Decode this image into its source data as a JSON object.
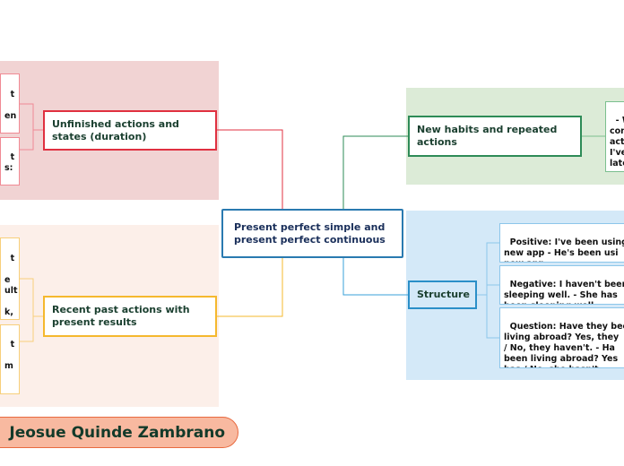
{
  "central": {
    "label": "Present perfect simple and present perfect continuous"
  },
  "branches": {
    "unfinished": {
      "label": "Unfinished actions and states (duration)",
      "leaves": [
        "t\n\nen",
        "t\ns:"
      ]
    },
    "recent": {
      "label": "Recent past actions with present results",
      "leaves": [
        "t\n\ne\nult\n\nk,",
        "t\n\nm"
      ]
    },
    "habits": {
      "label": "New habits and repeated actions",
      "leaves": [
        "- W\ncon\nact\nI've\nlate\nmu"
      ]
    },
    "structure": {
      "label": "Structure",
      "leaves": [
        "Positive: I've been using\nnew app - He's been usi\nnew app.",
        "Negative: I haven't been\nsleeping well. - She has\nbeen sleeping well.",
        "Question: Have they bee\nliving abroad? Yes, they\n/ No, they haven't. - Ha\nbeen living abroad? Yes\nhas / No, she hasn't"
      ]
    }
  },
  "author": {
    "name": "Jeosue Quinde Zambrano"
  },
  "colors": {
    "central": "#2a7ab0",
    "unfinished": "#e03040",
    "recent": "#f5b82e",
    "habits": "#2e8b57",
    "structure": "#3aa0d8"
  }
}
